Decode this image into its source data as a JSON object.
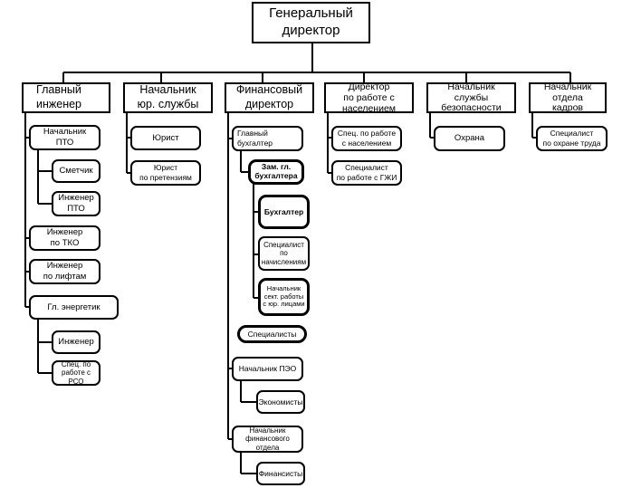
{
  "org": {
    "ceo": "Генеральный\nдиректор",
    "departments": {
      "engineer": {
        "title": "Главный\nинженер",
        "pto": "Начальник\nПТО",
        "estimator": "Сметчик",
        "pto_engineer": "Инженер\nПТО",
        "tko_engineer": "Инженер\nпо ТКО",
        "lift_engineer": "Инженер\nпо лифтам",
        "power": "Гл. энергетик",
        "power_engineer": "Инженер",
        "rso_spec": "Спец. по\nработе с РСО"
      },
      "legal": {
        "title": "Начальник\nюр. службы",
        "lawyer": "Юрист",
        "claims_lawyer": "Юрист\nпо претензиям"
      },
      "finance": {
        "title": "Финансовый\nдиректор",
        "chief_accountant": "Главный\nбухгалтер",
        "deputy_accountant": "Зам. гл.\nбухгалтера",
        "accountant": "Бухгалтер",
        "accrual_spec": "Специалист\nпо\nначислениям",
        "legal_entities_head": "Начальник\nсект. работы\nс юр. лицами",
        "specialists": "Специалисты",
        "peo_head": "Начальник ПЭО",
        "economists": "Экономисты",
        "fin_dept_head": "Начальник\nфинансового\nотдела",
        "financiers": "Финансисты"
      },
      "population": {
        "title": "Директор\nпо работе с\nнаселением",
        "spec_population": "Спец. по работе\nс населением",
        "spec_gzhi": "Специалист\nпо работе с ГЖИ"
      },
      "security": {
        "title": "Начальник\nслужбы\nбезопасности",
        "guard": "Охрана"
      },
      "hr": {
        "title": "Начальник\nотдела\nкадров",
        "labor_safety": "Специалист\nпо охране труда"
      }
    }
  }
}
